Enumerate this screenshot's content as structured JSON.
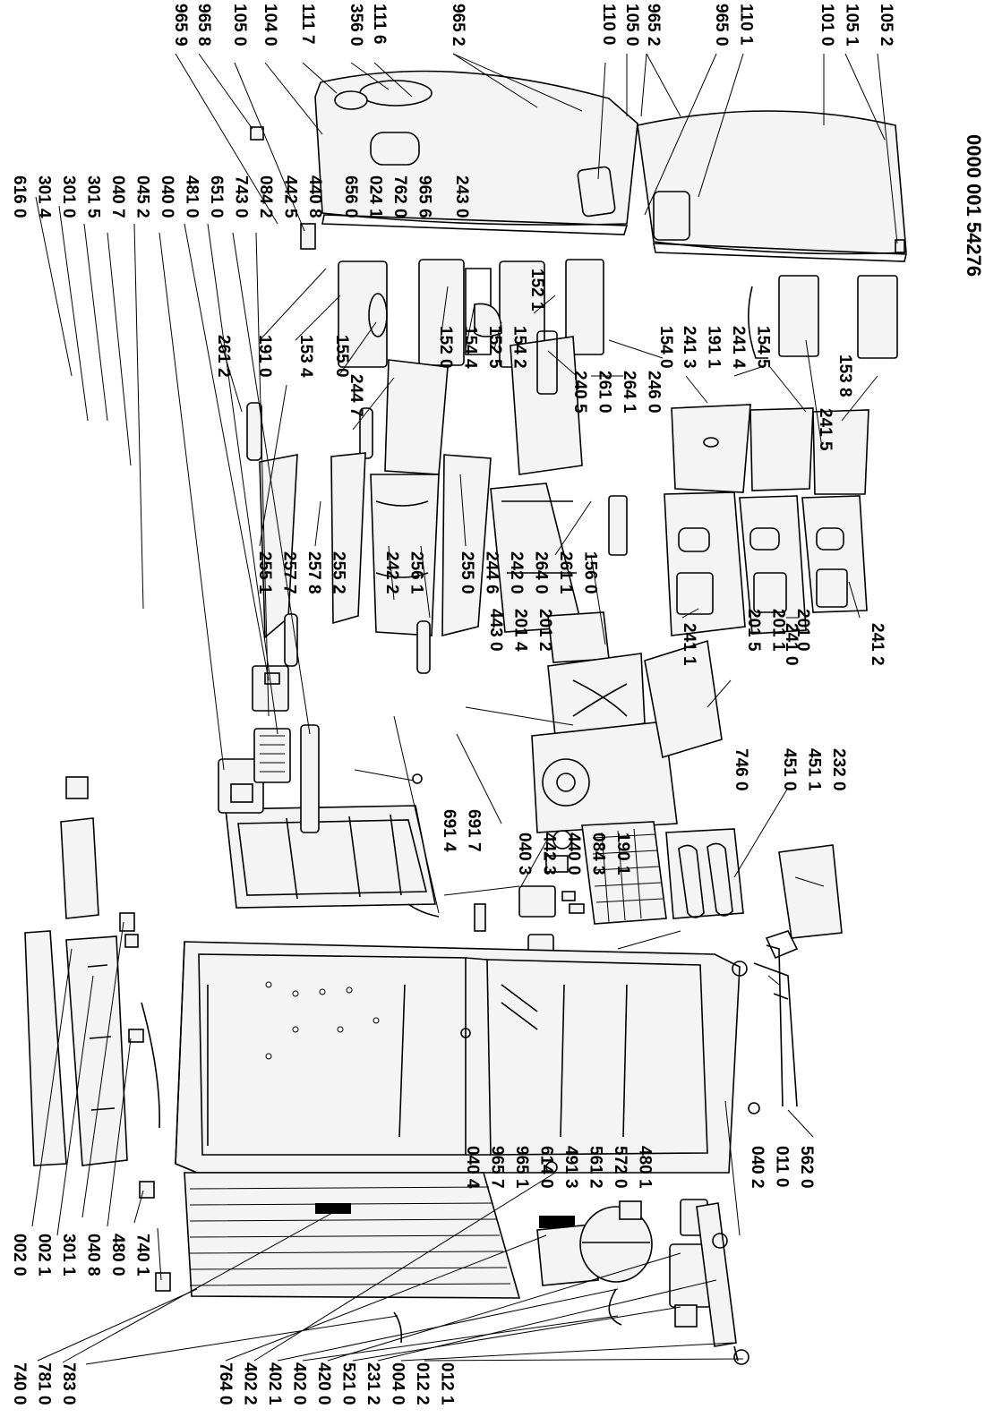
{
  "document": {
    "code": "0000 001 54276"
  },
  "groups": {
    "left_bottom": [
      "002 0",
      "002 1",
      "301 1",
      "040 8",
      "480 0",
      "740 1"
    ],
    "left_mid": [
      "740 0",
      "781 0",
      "783 0"
    ],
    "bottom_parts": [
      "764 0",
      "402 2",
      "402 1",
      "402 0",
      "420 0",
      "521 0",
      "231 2",
      "004 0",
      "012 2",
      "012 1"
    ],
    "bottom_cab": [
      "040 4",
      "965 7",
      "965 1",
      "614 0",
      "491 3",
      "561 2",
      "572 0",
      "480 1"
    ],
    "bottom_right": [
      "040 2",
      "011 0",
      "562 0"
    ],
    "top_left": [
      "616 0",
      "301 4",
      "301 0",
      "301 5",
      "040 7",
      "045 2",
      "040 0",
      "481 0",
      "651 0",
      "743 0",
      "084 2",
      "442 5",
      "440 8"
    ],
    "mid_left": [
      "656 0",
      "024 1",
      "762 0",
      "965 6"
    ],
    "mid": [
      "243 0"
    ],
    "evap": [
      "691 4",
      "691 7"
    ],
    "fan": [
      "443 0",
      "201 4",
      "201 2"
    ],
    "fan2": [
      "040 3",
      "442 3",
      "440 0",
      "084 3",
      "190 1"
    ],
    "right_mid": [
      "201 5",
      "201 1",
      "201 0"
    ],
    "right_mid2": [
      "746 0"
    ],
    "right_low": [
      "451 0",
      "451 1",
      "232 0"
    ],
    "shelves1": [
      "255 1",
      "257 7",
      "257 8",
      "255 2"
    ],
    "shelves2": [
      "242 2",
      "256 1"
    ],
    "shelves3": [
      "255 0",
      "244 6",
      "242 0",
      "264 0",
      "261 1",
      "156 0"
    ],
    "drawers": [
      "241 1",
      "241 0",
      "241 2"
    ],
    "top_mid": [
      "261 2",
      "191 0",
      "153 4"
    ],
    "top_mid2": [
      "155 0"
    ],
    "cover": [
      "244 7"
    ],
    "top_mid3": [
      "152 0",
      "154 4",
      "152 5",
      "154 2"
    ],
    "top_mid4": [
      "152 1"
    ],
    "ctrl": [
      "240 5",
      "261 0",
      "264 1",
      "246 0"
    ],
    "ctrl2": [
      "154 0"
    ],
    "door_bins": [
      "241 3",
      "191 1",
      "241 4",
      "154 5"
    ],
    "door_bins2": [
      "241 5"
    ],
    "door_bins3": [
      "153 8"
    ],
    "top_door": [
      "965 9",
      "965 8",
      "105 0",
      "104 0",
      "111 7",
      "356 0",
      "111 6"
    ],
    "top_door2": [
      "965 2"
    ],
    "top_door3": [
      "110 0",
      "105 0",
      "965 2"
    ],
    "top_door4": [
      "965 0",
      "110 1"
    ],
    "top_door5": [
      "101 0",
      "105 1"
    ],
    "top_door6": [
      "105 2"
    ]
  }
}
